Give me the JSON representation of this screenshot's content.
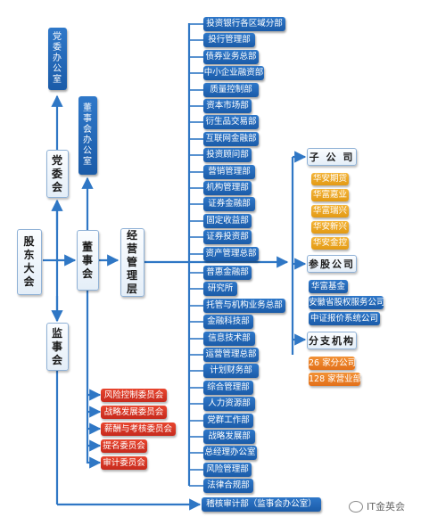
{
  "diagram": {
    "shareholders_meeting": "股东大会",
    "party_committee": "党委会",
    "party_committee_office": "党委办公室",
    "board": "董事会",
    "board_office": "董事会办公室",
    "supervisory_board": "监事会",
    "management": "经营管理层",
    "board_committees": [
      "风险控制委员会",
      "战略发展委员会",
      "薪酬与考核委员会",
      "提名委员会",
      "审计委员会"
    ],
    "departments_upper": [
      "投资银行各区域分部",
      "投行管理部",
      "债券业务总部",
      "中小企业融资部",
      "质量控制部",
      "资本市场部",
      "衍生品交易部",
      "互联网金融部",
      "投资顾问部",
      "营销管理部",
      "机构管理部",
      "证券金融部",
      "固定收益部",
      "证券投资部",
      "资产管理总部"
    ],
    "departments_lower": [
      "普惠金融部",
      "研究所",
      "托管与机构业务总部",
      "金融科技部",
      "信息技术部",
      "运营管理总部",
      "计划财务部",
      "综合管理部",
      "人力资源部",
      "党群工作部",
      "战略发展部",
      "总经理办公室",
      "风险管理部",
      "法律合规部"
    ],
    "audit_dept": "稽核审计部（监事会办公室）",
    "subsidiaries_title": "子 公 司",
    "subsidiaries": [
      "华安期货",
      "华富嘉业",
      "华富瑞兴",
      "华安新兴",
      "华安金控"
    ],
    "equity_title": "参股公司",
    "equity_companies": [
      "华富基金",
      "安徽省股权服务公司",
      "中证报价系统公司"
    ],
    "branches_title": "分支机构",
    "branches": [
      "26 家分公司",
      "128 家营业部"
    ]
  },
  "watermark": "IT金英会",
  "colors": {
    "blue": "#1f63b3",
    "red": "#d8372a",
    "gold": "#f0a72a",
    "orange": "#ee8128",
    "line": "#2f77c5"
  }
}
